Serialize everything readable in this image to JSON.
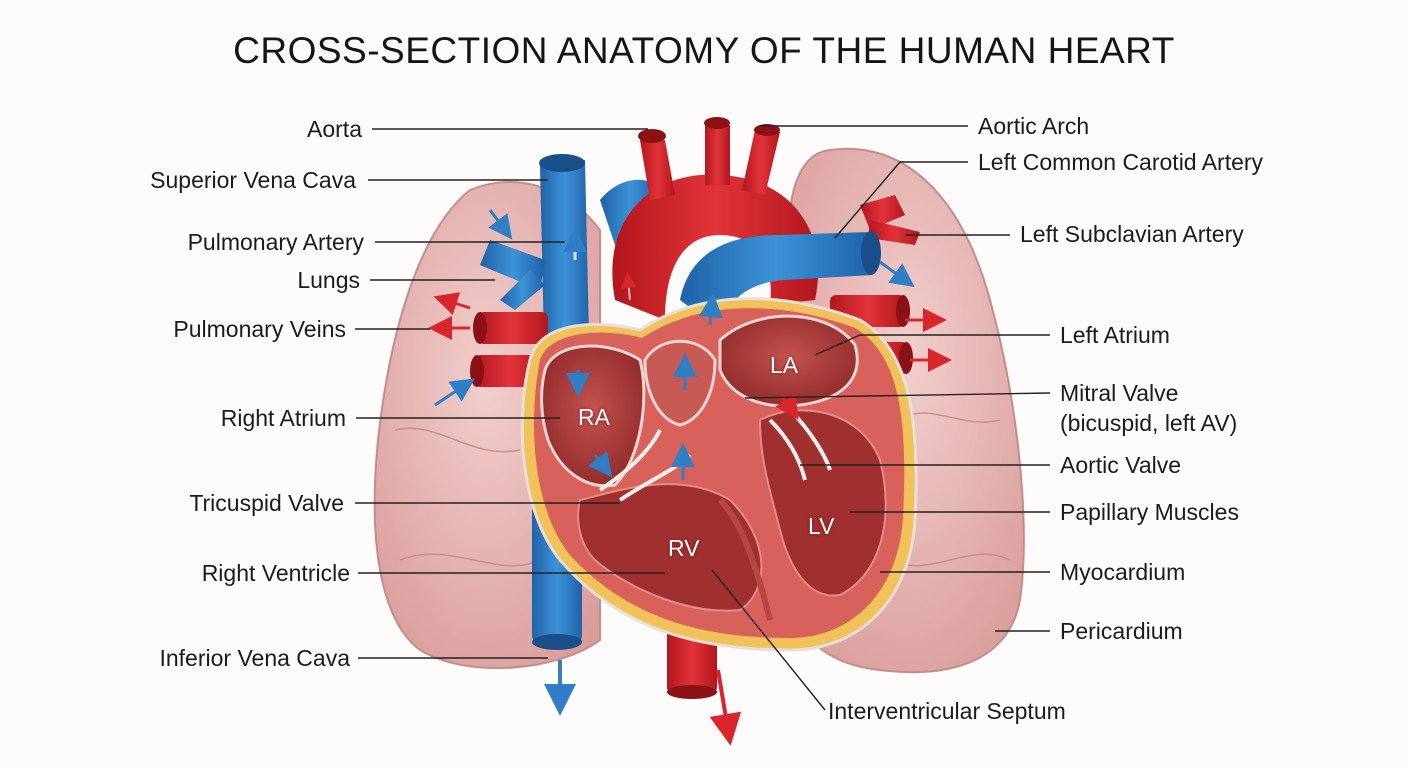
{
  "title": "CROSS-SECTION ANATOMY OF THE HUMAN HEART",
  "labels": {
    "left": {
      "aorta": "Aorta",
      "superior_vena_cava": "Superior Vena Cava",
      "pulmonary_artery": "Pulmonary Artery",
      "lungs": "Lungs",
      "pulmonary_veins": "Pulmonary Veins",
      "right_atrium": "Right Atrium",
      "tricuspid_valve": "Tricuspid Valve",
      "right_ventricle": "Right Ventricle",
      "inferior_vena_cava": "Inferior Vena Cava"
    },
    "right": {
      "aortic_arch": "Aortic Arch",
      "left_common_carotid": "Left Common Carotid Artery",
      "left_subclavian": "Left Subclavian Artery",
      "left_atrium": "Left Atrium",
      "mitral_valve_line1": "Mitral Valve",
      "mitral_valve_line2": "(bicuspid, left AV)",
      "aortic_valve": "Aortic Valve",
      "papillary_muscles": "Papillary Muscles",
      "myocardium": "Myocardium",
      "pericardium": "Pericardium"
    },
    "bottom": {
      "interventricular_septum": "Interventricular Septum"
    }
  },
  "chambers": {
    "ra": "RA",
    "la": "LA",
    "rv": "RV",
    "lv": "LV"
  },
  "colors": {
    "oxygenated": "#d8262c",
    "deoxygenated": "#2f7fc6",
    "myocardium": "#d8615c",
    "lung": "#e6b6b4",
    "pericardium": "#f1c15a"
  }
}
